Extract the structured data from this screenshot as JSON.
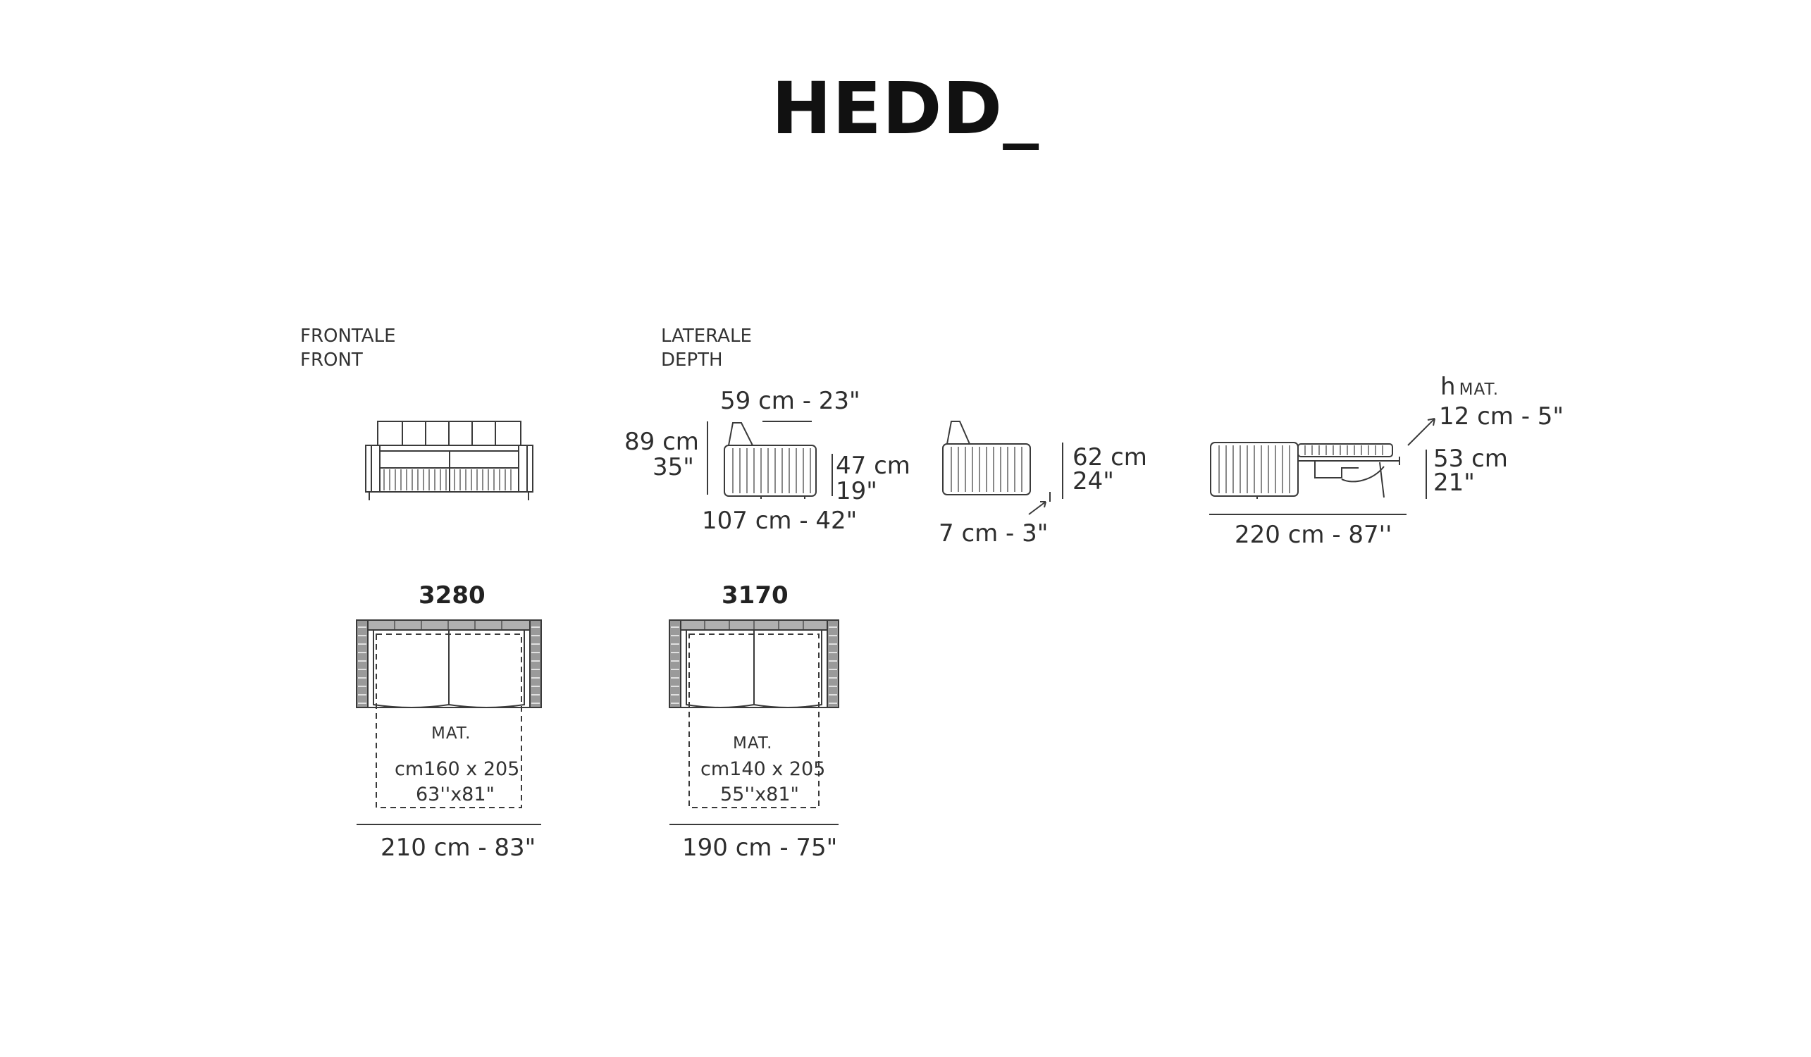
{
  "title": "HEDD_",
  "views": {
    "front": {
      "label_it": "FRONTALE",
      "label_en": "FRONT"
    },
    "depth": {
      "label_it": "LATERALE",
      "label_en": "DEPTH"
    }
  },
  "side_dims": {
    "back_depth": "59 cm - 23\"",
    "height_cm": "89 cm",
    "height_in": "35\"",
    "seat_cm": "47 cm",
    "seat_in": "19\"",
    "depth": "107 cm - 42\""
  },
  "arm_dims": {
    "arm_cm": "62 cm",
    "arm_in": "24\"",
    "clearance": "7 cm - 3\""
  },
  "bed_dims": {
    "h_mat_h": "h",
    "h_mat_label": "MAT.",
    "mat_thickness": "12 cm - 5\"",
    "bed_cm": "53 cm",
    "bed_in": "21\"",
    "open_length": "220 cm - 87''"
  },
  "models": [
    {
      "code": "3280",
      "mat_label": "MAT.",
      "mat_cm": "cm160 x 205",
      "mat_in": "63''x81\"",
      "width": "210 cm - 83\""
    },
    {
      "code": "3170",
      "mat_label": "MAT.",
      "mat_cm": "cm140 x 205",
      "mat_in": "55''x81\"",
      "width": "190 cm - 75\""
    }
  ]
}
